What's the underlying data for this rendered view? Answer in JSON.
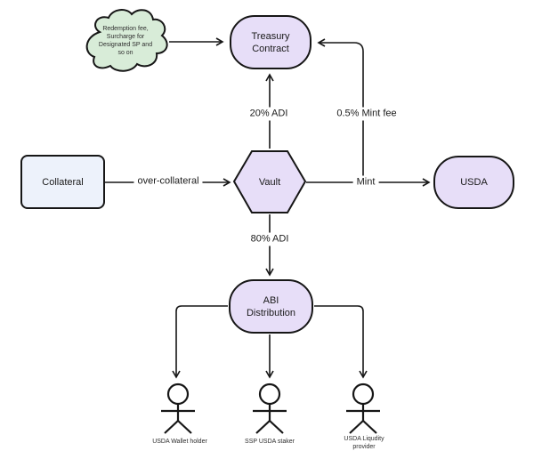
{
  "diagram": {
    "colors": {
      "background": "#ffffff",
      "node_fill": "#e7def8",
      "collateral_fill": "#edf2fb",
      "cloud_fill": "#d8ecd8",
      "stroke": "#161616"
    },
    "nodes": {
      "cloud": {
        "label": "Redemption fee,\nSurcharge for\nDesignated SP and\nso on"
      },
      "treasury": {
        "label": "Treasury\nContract"
      },
      "collateral": {
        "label": "Collateral"
      },
      "vault": {
        "label": "Vault"
      },
      "usda": {
        "label": "USDA"
      },
      "abi": {
        "label": "ABI\nDistribution"
      }
    },
    "edge_labels": {
      "adi20": "20% ADI",
      "mint_fee": "0.5% Mint fee",
      "over_collateral": "over-collateral",
      "mint": "Mint",
      "adi80": "80% ADI"
    },
    "actors": [
      {
        "label": "USDA Wallet holder"
      },
      {
        "label": "SSP USDA staker"
      },
      {
        "label": "USDA Liqudity\nprovider"
      }
    ]
  }
}
